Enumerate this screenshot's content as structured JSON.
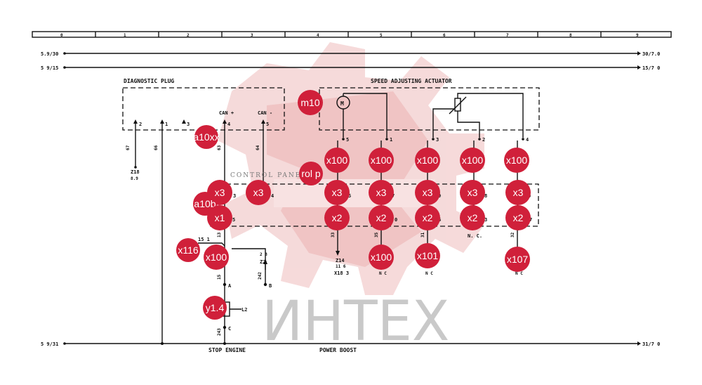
{
  "ruler": [
    "0",
    "1",
    "2",
    "3",
    "4",
    "5",
    "6",
    "7",
    "8",
    "9"
  ],
  "rails": {
    "top1_left": "5.9/30",
    "top1_right": "30/7.0",
    "top2_left": "5 9/15",
    "top2_right": "15/7 0",
    "bottom_left": "5 9/31",
    "bottom_right": "31/7 0"
  },
  "diag": {
    "title": "DIAGNOSTIC PLUG",
    "pins": [
      "2",
      "1",
      "3",
      "4",
      "5"
    ],
    "can_plus": "CAN +",
    "can_minus": "CAN -",
    "wire_67": "67",
    "wire_66": "66",
    "wire_63": "63",
    "wire_64": "64",
    "z18": "Z18",
    "z18_ref": "8.9"
  },
  "actuator": {
    "title": "SPEED ADJUSTING ACTUATOR",
    "pins": [
      "5",
      "1",
      "3",
      "2",
      "4"
    ],
    "motor": "M"
  },
  "conn": {
    "row1": [
      "3",
      "4",
      "5",
      "7",
      "9",
      "8",
      "0"
    ],
    "row2": [
      "5",
      "0",
      "6",
      "3",
      "7"
    ],
    "nc": "N. C."
  },
  "wires": [
    "33",
    "35",
    "31",
    "32",
    "13",
    "15",
    "242",
    "243"
  ],
  "lower": {
    "z14": "Z14",
    "z14_ref": "11 6",
    "x18": "X18 3",
    "nc1": "N C",
    "nc2": "N C",
    "nc3": "N C",
    "w151": "15 1",
    "z2": "Z2",
    "z2_ref": "2 3",
    "a": "A",
    "b": "B",
    "c": "C",
    "k": "L2"
  },
  "footer": {
    "stop": "STOP ENGINE",
    "boost": "POWER BOOST"
  },
  "badges": [
    "m10",
    "a10xx",
    "x100",
    "x100",
    "x100",
    "x100",
    "x100",
    "x3",
    "x3",
    "x3",
    "x3",
    "x3",
    "x3",
    "x3",
    "a10b",
    "x1",
    "x2",
    "x2",
    "x2",
    "x2",
    "x2",
    "x116",
    "x100",
    "x100",
    "x101",
    "x107",
    "y1.4"
  ],
  "overlay": {
    "control_panel": "CONTROL PANEL",
    "badge_cp": "rol p"
  },
  "watermark": "ИНТЕХ",
  "colors": {
    "badge": "#d0203a",
    "logo": "#f2c9c9",
    "line": "#111111"
  }
}
